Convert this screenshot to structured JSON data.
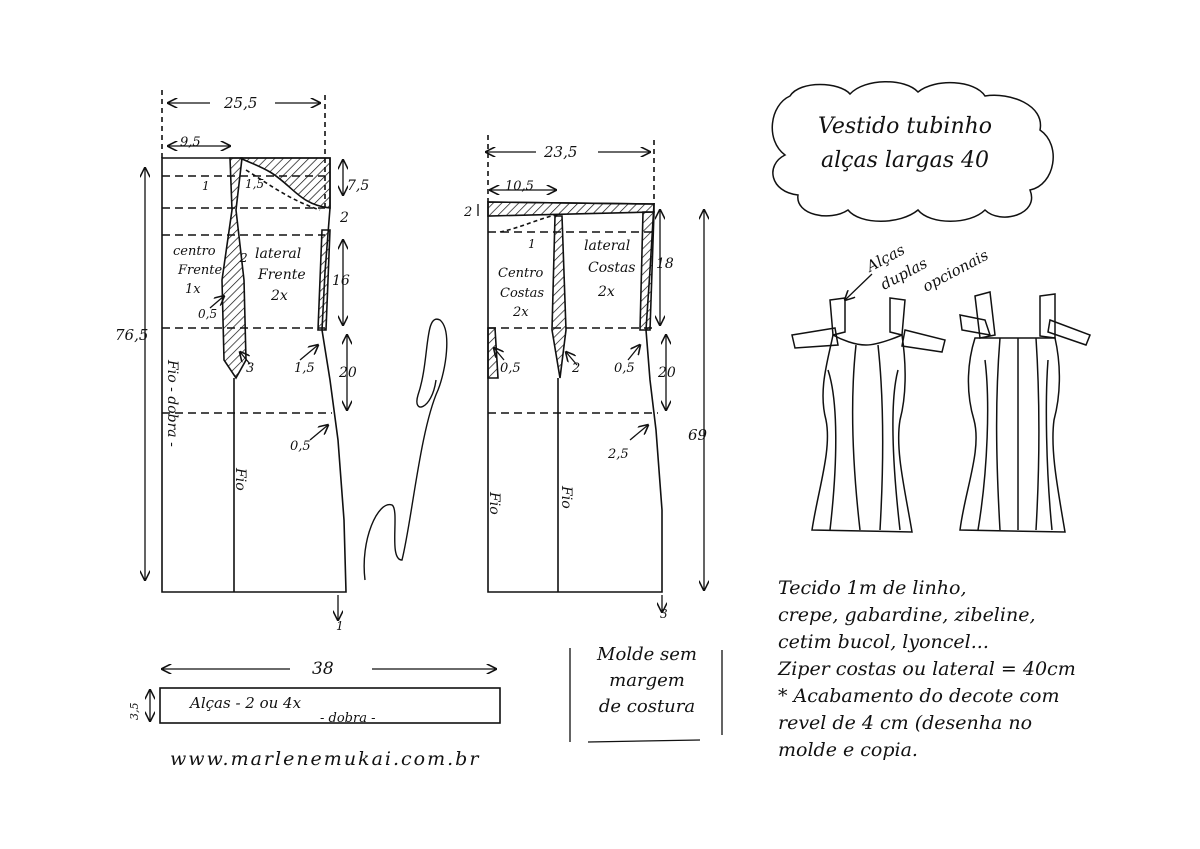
{
  "title": {
    "line1": "Vestido tubinho",
    "line2": "alças largas 40"
  },
  "front_pattern": {
    "top_width": "25,5",
    "center_width": "9,5",
    "total_height": "76,5",
    "h_top": "7,5",
    "h_band": "2",
    "h_bust": "16",
    "h_waist": "20",
    "piece1_label": "centro",
    "piece1_label2": "Frente",
    "piece1_count": "1x",
    "piece2_label": "lateral",
    "piece2_label2": "Frente",
    "piece2_count": "2x",
    "dart1": "1",
    "dart2": "1,5",
    "dart3": "2",
    "dart4": "0,5",
    "dart5": "3",
    "dart6": "1,5",
    "hip": "0,5",
    "hem_down": "1",
    "grain1": "Fio - dobra -",
    "grain2": "Fio"
  },
  "back_pattern": {
    "top_width": "23,5",
    "center_width": "10,5",
    "band": "2",
    "h_bust": "18",
    "h_waist": "20",
    "skirt_height": "69",
    "piece1_label": "Centro",
    "piece1_label2": "Costas",
    "piece1_count": "2x",
    "piece2_label": "lateral",
    "piece2_label2": "Costas",
    "piece2_count": "2x",
    "dart1": "1",
    "dart2": "0,5",
    "dart3": "2",
    "dart4": "0,5",
    "hip": "2,5",
    "hem_down": "3",
    "grain1": "Fio",
    "grain2": "Fio"
  },
  "strap": {
    "length": "38",
    "height": "3,5",
    "label": "Alças - 2 ou 4x",
    "label2": "- dobra -"
  },
  "sketch": {
    "annotation_line1": "Alças",
    "annotation_line2": "duplas",
    "annotation_line3": "opcionais"
  },
  "molde_note": {
    "line1": "Molde sem",
    "line2": "margem",
    "line3": "de costura"
  },
  "notes": {
    "line1": "Tecido 1m      de linho,",
    "line2": "crepe, gabardine, zibeline,",
    "line3": "cetim bucol, lyoncel...",
    "line4": "Ziper costas ou lateral = 40cm",
    "line5": "* Acabamento do decote com",
    "line6": "revel de 4 cm (desenha no",
    "line7": "molde e copia."
  },
  "signature": "Marlene Mukai",
  "website": "www.marlenemukai.com.br"
}
